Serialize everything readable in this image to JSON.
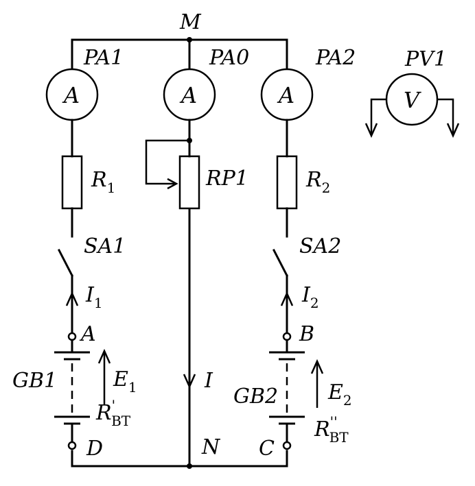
{
  "nodes": {
    "M": "M",
    "N": "N",
    "A": "A",
    "B": "B",
    "C": "C",
    "D": "D"
  },
  "meters": {
    "pa1": {
      "label": "PA1",
      "symbol": "A"
    },
    "pa0": {
      "label": "PA0",
      "symbol": "A"
    },
    "pa2": {
      "label": "PA2",
      "symbol": "A"
    },
    "pv1": {
      "label": "PV1",
      "symbol": "V"
    }
  },
  "resistors": {
    "r1": {
      "main": "R",
      "sub": "1"
    },
    "r2": {
      "main": "R",
      "sub": "2"
    },
    "rp1": "RP1"
  },
  "switches": {
    "sa1": "SA1",
    "sa2": "SA2"
  },
  "currents": {
    "i1": {
      "main": "I",
      "sub": "1"
    },
    "i2": {
      "main": "I",
      "sub": "2"
    },
    "i": "I"
  },
  "batteries": {
    "gb1": {
      "label": "GB1",
      "emf": {
        "main": "E",
        "sub": "1"
      },
      "r_int": {
        "main": "R",
        "prime": "'",
        "sub": "ВТ"
      }
    },
    "gb2": {
      "label": "GB2",
      "emf": {
        "main": "E",
        "sub": "2"
      },
      "r_int": {
        "main": "R",
        "prime": "''",
        "sub": "ВТ"
      }
    }
  }
}
